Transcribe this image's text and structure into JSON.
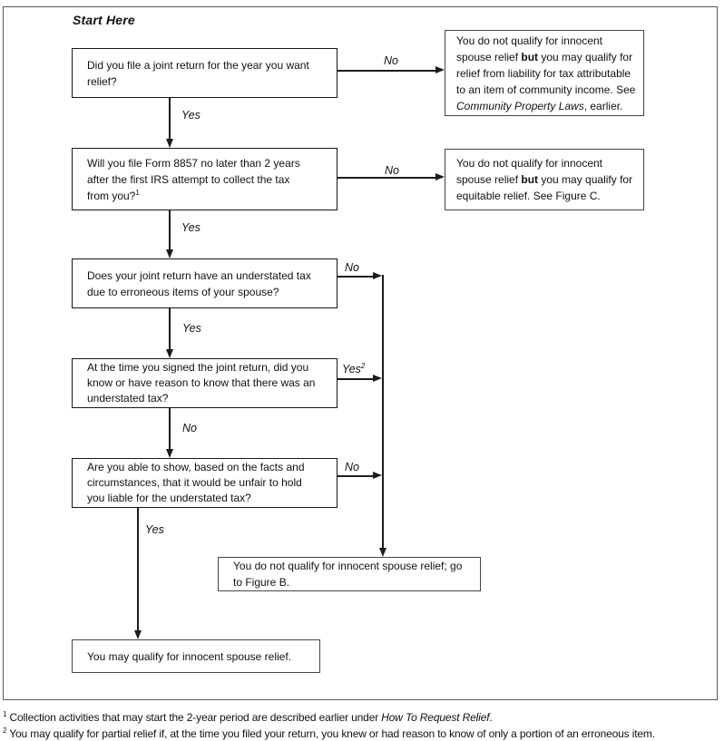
{
  "figure": {
    "title": "Start Here",
    "labels": {
      "yes": "Yes",
      "no": "No",
      "yes_sup": "2"
    }
  },
  "questions": [
    {
      "text": "Did you file a joint return for the year you want\nrelief?"
    },
    {
      "text": "Will you file Form 8857 no later than 2 years\nafter the first IRS attempt to collect the tax\nfrom you?",
      "sup": "1"
    },
    {
      "text": "Does your joint return have an understated tax\ndue to erroneous items of your spouse?"
    },
    {
      "text": "At the time you signed the joint return, did you\nknow or have reason to know that there was an\nunderstated tax?"
    },
    {
      "text": "Are you able to show, based on the facts and\ncircumstances, that it would be unfair to hold\nyou liable for the understated tax?"
    }
  ],
  "outcomes": {
    "community": {
      "pre": "You do not qualify for innocent\nspouse relief ",
      "bold": "but",
      "mid": " you may qualify for\nrelief from liability for tax attributable\nto an item of community income. See\n",
      "italic": "Community Property Laws",
      "post": ", earlier."
    },
    "equitable": {
      "pre": "You do not qualify for innocent\nspouse relief ",
      "bold": "but",
      "mid": " you may qualify for\nequitable relief. See Figure C."
    },
    "figure_b": {
      "text": "You do not qualify for innocent spouse relief; go\nto Figure B."
    },
    "qualify": {
      "text": "You may qualify for innocent spouse relief."
    }
  },
  "footnotes": [
    {
      "sup": "1",
      "pre": " Collection activities that may start the 2-year period are described earlier under ",
      "italic": "How To Request Relief",
      "post": "."
    },
    {
      "sup": "2",
      "pre": " You may qualify for partial relief if, at the time you filed your return, you knew or had reason to know of only a portion of an erroneous item.",
      "italic": "",
      "post": ""
    }
  ]
}
